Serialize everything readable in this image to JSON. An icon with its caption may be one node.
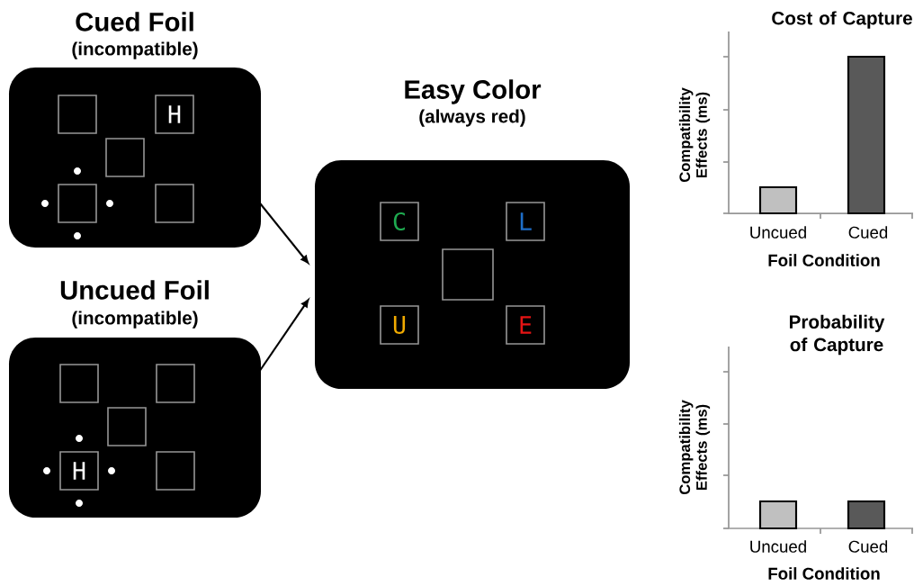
{
  "diagram": {
    "nodes": [
      {
        "text": [
          "Cued Foil",
          "(incompatible)"
        ]
      },
      {
        "text": [],
        "shape": "box",
        "in": 0
      },
      {
        "text": [
          "H"
        ],
        "in": 0
      },
      {
        "text": [],
        "shape": "box",
        "in": 0
      },
      {
        "text": [],
        "shape": "box",
        "in": 0
      },
      {
        "text": [],
        "shape": "box",
        "in": 0
      },
      {
        "text": [
          "Uncued Foil",
          "(incompatible)"
        ]
      },
      {
        "text": [],
        "shape": "box",
        "in": 6
      },
      {
        "text": [],
        "shape": "box",
        "in": 6
      },
      {
        "text": [],
        "shape": "box",
        "in": 6
      },
      {
        "text": [
          "H"
        ],
        "in": 6
      },
      {
        "text": [],
        "shape": "box",
        "in": 6
      },
      {
        "text": [
          "Easy Color",
          "(always red)"
        ]
      },
      {
        "text": [
          "C"
        ],
        "in": 12
      },
      {
        "text": [
          "L"
        ],
        "in": 12
      },
      {
        "text": [],
        "shape": "box",
        "in": 12
      },
      {
        "text": [
          "U"
        ],
        "in": 12
      },
      {
        "text": [
          "E"
        ],
        "in": 12
      }
    ],
    "edges": [
      {
        "from": 0,
        "to": 12,
        "arrow": "to"
      },
      {
        "from": 6,
        "to": 12,
        "arrow": "to"
      }
    ],
    "labels": [
      "Cost of Capture",
      "Compatibility Effects (ms)",
      "Uncued",
      "Cued",
      "Foil Condition",
      "Probability of Capture",
      "Compatibility Effects (ms)",
      "Uncued",
      "Cued",
      "Foil Condition"
    ]
  }
}
